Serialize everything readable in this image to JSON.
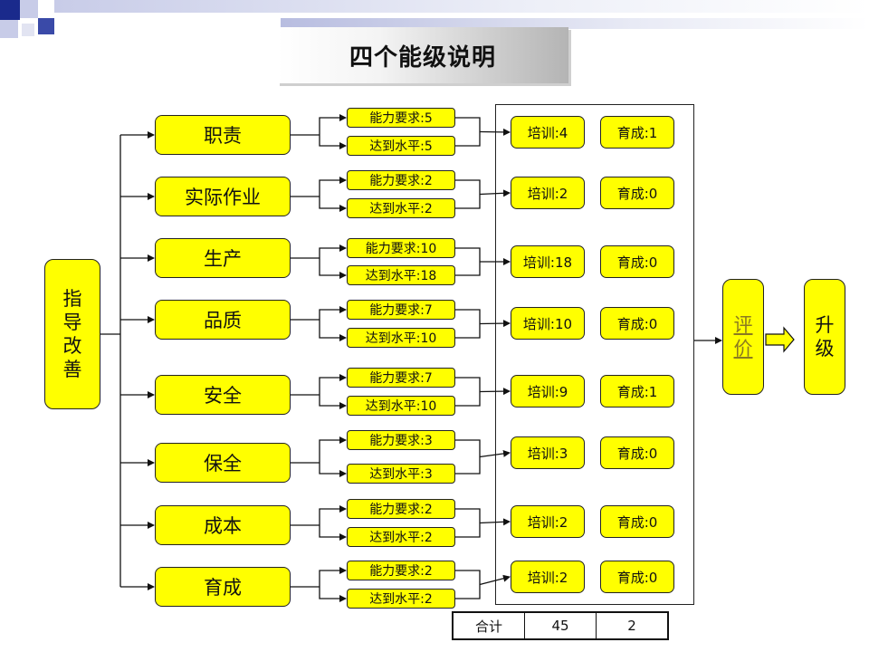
{
  "title": "四个能级说明",
  "left_label": "指导改善",
  "evaluate_label": "评价",
  "upgrade_label": "升级",
  "rows": [
    {
      "category": "职责",
      "requirement": "能力要求:5",
      "achieved": "达到水平:5",
      "training": "培训:4",
      "cultivation": "育成:1"
    },
    {
      "category": "实际作业",
      "requirement": "能力要求:2",
      "achieved": "达到水平:2",
      "training": "培训:2",
      "cultivation": "育成:0"
    },
    {
      "category": "生产",
      "requirement": "能力要求:10",
      "achieved": "达到水平:18",
      "training": "培训:18",
      "cultivation": "育成:0"
    },
    {
      "category": "品质",
      "requirement": "能力要求:7",
      "achieved": "达到水平:10",
      "training": "培训:10",
      "cultivation": "育成:0"
    },
    {
      "category": "安全",
      "requirement": "能力要求:7",
      "achieved": "达到水平:10",
      "training": "培训:9",
      "cultivation": "育成:1"
    },
    {
      "category": "保全",
      "requirement": "能力要求:3",
      "achieved": "达到水平:3",
      "training": "培训:3",
      "cultivation": "育成:0"
    },
    {
      "category": "成本",
      "requirement": "能力要求:2",
      "achieved": "达到水平:2",
      "training": "培训:2",
      "cultivation": "育成:0"
    },
    {
      "category": "育成",
      "requirement": "能力要求:2",
      "achieved": "达到水平:2",
      "training": "培训:2",
      "cultivation": "育成:0"
    }
  ],
  "total": {
    "label": "合计",
    "training_sum": "45",
    "cultivation_sum": "2"
  },
  "colors": {
    "box_fill": "#ffff00",
    "box_border": "#222222",
    "deco_blue": "#1a2a8c",
    "deco_light": "#c8cce8"
  }
}
